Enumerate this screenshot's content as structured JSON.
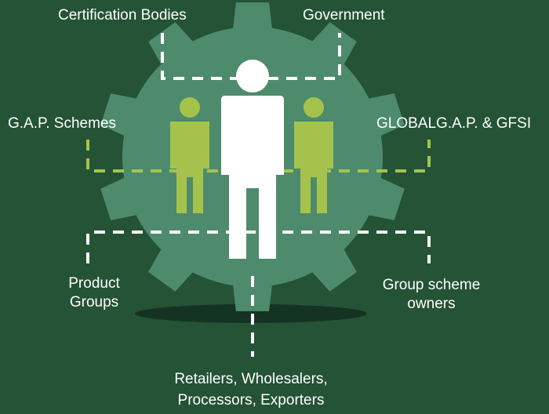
{
  "labels": {
    "certification_bodies": "Certification Bodies",
    "government": "Government",
    "gap_schemes": "G.A.P. Schemes",
    "globalgap_gfsi": "GLOBALG.A.P. & GFSI",
    "product_groups": [
      "Product",
      "Groups"
    ],
    "group_scheme_owners": [
      "Group scheme",
      "owners"
    ],
    "retailers": [
      "Retailers, Wholesalers,",
      "Processors, Exporters"
    ]
  },
  "colors": {
    "background": "#245336",
    "gear": "#4e8b6c",
    "person_main": "#ffffff",
    "person_side": "#a5c34c",
    "dash_white": "#ffffff",
    "dash_green": "#a5c34c",
    "shadow": "#143323"
  }
}
